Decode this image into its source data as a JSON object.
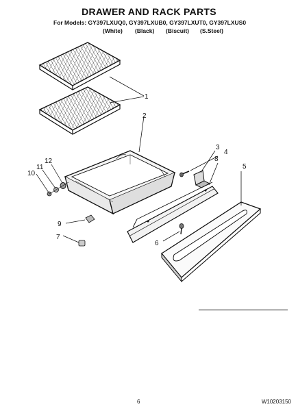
{
  "header": {
    "title": "DRAWER AND RACK PARTS",
    "models_line": "For Models: GY397LXUQ0, GY397LXUB0, GY397LXUT0, GY397LXUS0",
    "variants": [
      "(White)",
      "(Black)",
      "(Biscuit)",
      "(S.Steel)"
    ]
  },
  "callouts": [
    "1",
    "2",
    "3",
    "4",
    "5",
    "6",
    "7",
    "8",
    "9",
    "10",
    "11",
    "12"
  ],
  "footer": {
    "page_number": "6",
    "document_number": "W10203150"
  }
}
